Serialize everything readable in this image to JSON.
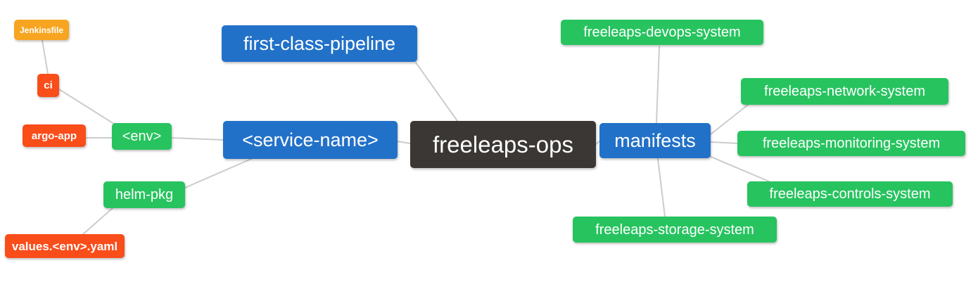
{
  "diagram": {
    "type": "mindmap",
    "root_label": "freeleaps-ops",
    "colors": {
      "root_node": "#3b3734",
      "branch_node": "#2271c8",
      "leaf_green": "#27c35f",
      "leaf_red": "#f94d1a",
      "leaf_orange": "#f7a521",
      "edge": "#cccccc",
      "text": "#ffffff",
      "background": "#ffffff"
    },
    "nodes": [
      {
        "id": "freeleaps-ops",
        "label": "freeleaps-ops",
        "kind": "root"
      },
      {
        "id": "service-name",
        "label": "<service-name>",
        "kind": "branch"
      },
      {
        "id": "first-class-pipeline",
        "label": "first-class-pipeline",
        "kind": "branch"
      },
      {
        "id": "env",
        "label": "<env>",
        "kind": "leaf-green"
      },
      {
        "id": "helm-pkg",
        "label": "helm-pkg",
        "kind": "leaf-green"
      },
      {
        "id": "ci",
        "label": "ci",
        "kind": "leaf-red"
      },
      {
        "id": "argo-app",
        "label": "argo-app",
        "kind": "leaf-red"
      },
      {
        "id": "jenkinsfile",
        "label": "Jenkinsfile",
        "kind": "leaf-orange"
      },
      {
        "id": "values-env-yaml",
        "label": "values.<env>.yaml",
        "kind": "leaf-red"
      },
      {
        "id": "manifests",
        "label": "manifests",
        "kind": "branch"
      },
      {
        "id": "freeleaps-devops-system",
        "label": "freeleaps-devops-system",
        "kind": "leaf-green"
      },
      {
        "id": "freeleaps-network-system",
        "label": "freeleaps-network-system",
        "kind": "leaf-green"
      },
      {
        "id": "freeleaps-monitoring-system",
        "label": "freeleaps-monitoring-system",
        "kind": "leaf-green"
      },
      {
        "id": "freeleaps-controls-system",
        "label": "freeleaps-controls-system",
        "kind": "leaf-green"
      },
      {
        "id": "freeleaps-storage-system",
        "label": "freeleaps-storage-system",
        "kind": "leaf-green"
      }
    ],
    "edges": [
      [
        "jenkinsfile",
        "ci"
      ],
      [
        "ci",
        "env"
      ],
      [
        "argo-app",
        "env"
      ],
      [
        "env",
        "service-name"
      ],
      [
        "helm-pkg",
        "service-name"
      ],
      [
        "values-env-yaml",
        "helm-pkg"
      ],
      [
        "first-class-pipeline",
        "freeleaps-ops"
      ],
      [
        "service-name",
        "freeleaps-ops"
      ],
      [
        "freeleaps-ops",
        "manifests"
      ],
      [
        "manifests",
        "freeleaps-devops-system"
      ],
      [
        "manifests",
        "freeleaps-network-system"
      ],
      [
        "manifests",
        "freeleaps-monitoring-system"
      ],
      [
        "manifests",
        "freeleaps-controls-system"
      ],
      [
        "manifests",
        "freeleaps-storage-system"
      ]
    ]
  }
}
